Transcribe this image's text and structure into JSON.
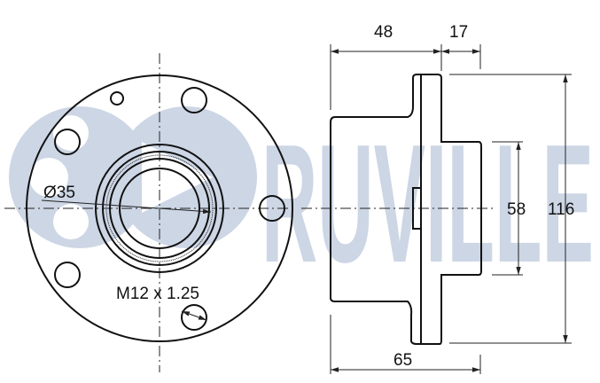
{
  "watermark": {
    "brand": "RUVILLE",
    "color": "#cdd6e5",
    "logo_icon": "ruville-bearing-logo-icon"
  },
  "front_view": {
    "bore_diameter_label": "Ø35",
    "thread_label": "M12 x 1.25",
    "holes": {
      "stud_holes": 4,
      "small_holes": 1
    }
  },
  "side_view": {
    "dimensions": {
      "hub_length": "48",
      "flange_thickness": "17",
      "total_length": "65",
      "pilot_diameter": "58",
      "flange_diameter": "116"
    }
  },
  "colors": {
    "line": "#111111",
    "background": "#ffffff"
  }
}
